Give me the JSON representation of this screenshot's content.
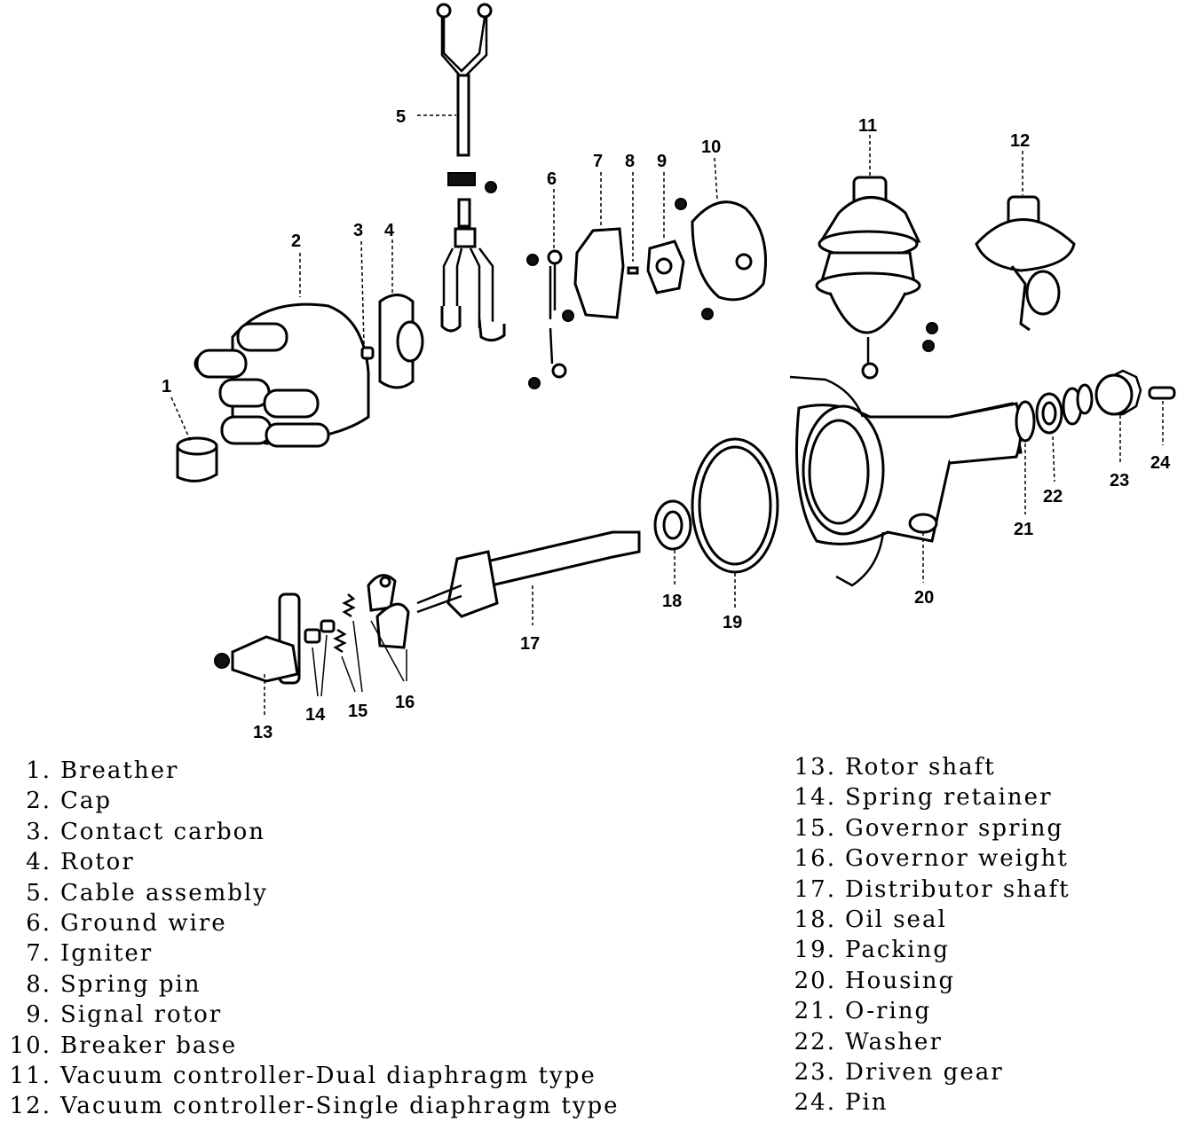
{
  "callouts": {
    "c1": "1",
    "c2": "2",
    "c3": "3",
    "c4": "4",
    "c5": "5",
    "c6": "6",
    "c7": "7",
    "c8": "8",
    "c9": "9",
    "c10": "10",
    "c11": "11",
    "c12": "12",
    "c13": "13",
    "c14": "14",
    "c15": "15",
    "c16": "16",
    "c17": "17",
    "c18": "18",
    "c19": "19",
    "c20": "20",
    "c21": "21",
    "c22": "22",
    "c23": "23",
    "c24": "24"
  },
  "legend": {
    "left": [
      {
        "num": "1.",
        "label": "Breather"
      },
      {
        "num": "2.",
        "label": "Cap"
      },
      {
        "num": "3.",
        "label": "Contact carbon"
      },
      {
        "num": "4.",
        "label": "Rotor"
      },
      {
        "num": "5.",
        "label": "Cable assembly"
      },
      {
        "num": "6.",
        "label": "Ground wire"
      },
      {
        "num": "7.",
        "label": "Igniter"
      },
      {
        "num": "8.",
        "label": "Spring pin"
      },
      {
        "num": "9.",
        "label": "Signal rotor"
      },
      {
        "num": "10.",
        "label": "Breaker base"
      },
      {
        "num": "11.",
        "label": "Vacuum controller-Dual diaphragm type"
      },
      {
        "num": "12.",
        "label": "Vacuum controller-Single diaphragm type"
      }
    ],
    "right": [
      {
        "num": "13.",
        "label": "Rotor shaft"
      },
      {
        "num": "14.",
        "label": "Spring retainer"
      },
      {
        "num": "15.",
        "label": "Governor spring"
      },
      {
        "num": "16.",
        "label": "Governor weight"
      },
      {
        "num": "17.",
        "label": "Distributor shaft"
      },
      {
        "num": "18.",
        "label": "Oil seal"
      },
      {
        "num": "19.",
        "label": "Packing"
      },
      {
        "num": "20.",
        "label": "Housing"
      },
      {
        "num": "21.",
        "label": "O-ring"
      },
      {
        "num": "22.",
        "label": "Washer"
      },
      {
        "num": "23.",
        "label": "Driven gear"
      },
      {
        "num": "24.",
        "label": "Pin"
      }
    ]
  }
}
